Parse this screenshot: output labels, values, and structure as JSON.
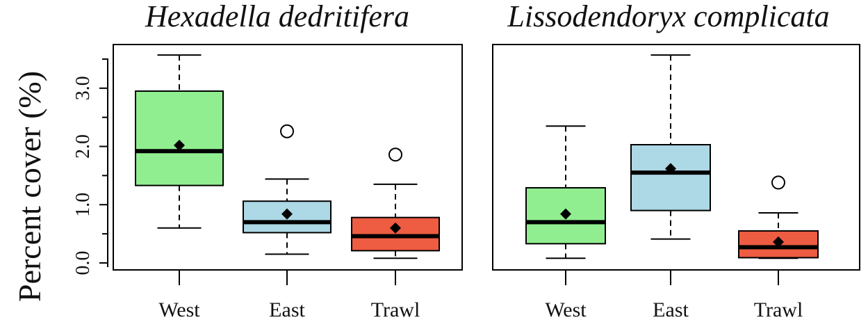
{
  "ylabel": "Percent cover (%)",
  "colors": {
    "West": "#90ee90",
    "East": "#add8e6",
    "Trawl": "#ee5c42"
  },
  "chart_data": [
    {
      "type": "box",
      "title": "Hexadella dedritifera",
      "ylabel": "Percent cover (%)",
      "categories": [
        "West",
        "East",
        "Trawl"
      ],
      "yticks": [
        "0.0",
        "1.0",
        "2.0",
        "3.0"
      ],
      "ylim": [
        -0.12,
        3.75
      ],
      "boxes": [
        {
          "group": "West",
          "whisker_low": 0.6,
          "q1": 1.33,
          "median": 1.92,
          "q3": 2.95,
          "whisker_high": 3.57,
          "mean": 2.02,
          "outliers": []
        },
        {
          "group": "East",
          "whisker_low": 0.15,
          "q1": 0.52,
          "median": 0.7,
          "q3": 1.06,
          "whisker_high": 1.44,
          "mean": 0.84,
          "outliers": [
            2.26
          ]
        },
        {
          "group": "Trawl",
          "whisker_low": 0.08,
          "q1": 0.21,
          "median": 0.46,
          "q3": 0.78,
          "whisker_high": 1.35,
          "mean": 0.6,
          "outliers": [
            1.86
          ]
        }
      ]
    },
    {
      "type": "box",
      "title": "Lissodendoryx complicata",
      "categories": [
        "West",
        "East",
        "Trawl"
      ],
      "ylim": [
        -0.12,
        3.75
      ],
      "boxes": [
        {
          "group": "West",
          "whisker_low": 0.08,
          "q1": 0.33,
          "median": 0.7,
          "q3": 1.29,
          "whisker_high": 2.35,
          "mean": 0.84,
          "outliers": []
        },
        {
          "group": "East",
          "whisker_low": 0.41,
          "q1": 0.9,
          "median": 1.55,
          "q3": 2.03,
          "whisker_high": 3.57,
          "mean": 1.62,
          "outliers": []
        },
        {
          "group": "Trawl",
          "whisker_low": 0.08,
          "q1": 0.09,
          "median": 0.27,
          "q3": 0.55,
          "whisker_high": 0.86,
          "mean": 0.36,
          "outliers": [
            1.38
          ]
        }
      ]
    }
  ]
}
